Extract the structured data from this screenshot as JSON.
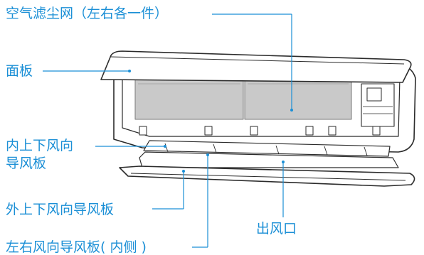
{
  "diagram": {
    "labels": {
      "filter": "空气滤尘网（左右各一件）",
      "panel": "面板",
      "inner_flap_line1": "内上下风向",
      "inner_flap_line2": "导风板",
      "outer_flap": "外上下风向导风板",
      "side_louver": "左右风向导风板( 内侧 )",
      "outlet": "出风口"
    },
    "colors": {
      "label": "#1b8fd6",
      "leader_line": "#1b8fd6",
      "unit_outline": "#2b2b2b",
      "filter_fill": "#c9c9c9",
      "panel_fill": "#ffffff"
    }
  }
}
